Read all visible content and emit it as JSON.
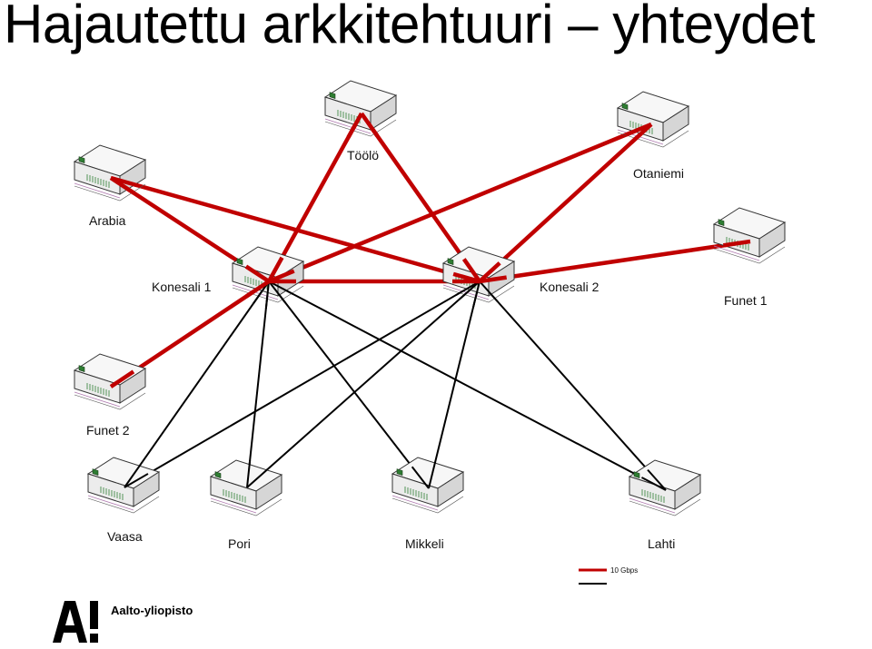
{
  "title": "Hajautettu arkkitehtuuri – yhteydet",
  "colors": {
    "fast_link": "#c00000",
    "normal_link": "#000000",
    "router_body": "#f2f2f2",
    "router_outline": "#333333"
  },
  "nodes": [
    {
      "id": "toolo",
      "label": "Töölö"
    },
    {
      "id": "otaniemi",
      "label": "Otaniemi"
    },
    {
      "id": "arabia",
      "label": "Arabia"
    },
    {
      "id": "funet1",
      "label": "Funet 1"
    },
    {
      "id": "konesali1",
      "label": "Konesali 1"
    },
    {
      "id": "konesali2",
      "label": "Konesali 2"
    },
    {
      "id": "funet2",
      "label": "Funet 2"
    },
    {
      "id": "vaasa",
      "label": "Vaasa"
    },
    {
      "id": "pori",
      "label": "Pori"
    },
    {
      "id": "mikkeli",
      "label": "Mikkeli"
    },
    {
      "id": "lahti",
      "label": "Lahti"
    }
  ],
  "links": [
    {
      "from": "konesali1",
      "to": "toolo",
      "type": "10gbps"
    },
    {
      "from": "konesali2",
      "to": "toolo",
      "type": "10gbps"
    },
    {
      "from": "konesali1",
      "to": "otaniemi",
      "type": "10gbps"
    },
    {
      "from": "konesali2",
      "to": "otaniemi",
      "type": "10gbps"
    },
    {
      "from": "konesali1",
      "to": "arabia",
      "type": "10gbps"
    },
    {
      "from": "konesali2",
      "to": "arabia",
      "type": "10gbps"
    },
    {
      "from": "konesali2",
      "to": "funet1",
      "type": "10gbps"
    },
    {
      "from": "konesali1",
      "to": "funet2",
      "type": "10gbps"
    },
    {
      "from": "konesali1",
      "to": "konesali2",
      "type": "10gbps"
    },
    {
      "from": "konesali1",
      "to": "vaasa",
      "type": "other"
    },
    {
      "from": "konesali2",
      "to": "vaasa",
      "type": "other"
    },
    {
      "from": "konesali1",
      "to": "pori",
      "type": "other"
    },
    {
      "from": "konesali2",
      "to": "pori",
      "type": "other"
    },
    {
      "from": "konesali1",
      "to": "mikkeli",
      "type": "other"
    },
    {
      "from": "konesali2",
      "to": "mikkeli",
      "type": "other"
    },
    {
      "from": "konesali1",
      "to": "lahti",
      "type": "other"
    },
    {
      "from": "konesali2",
      "to": "lahti",
      "type": "other"
    }
  ],
  "legend": [
    {
      "label": "10 Gbps",
      "type": "10gbps"
    },
    {
      "label": "",
      "type": "other"
    }
  ],
  "logo": {
    "mark": "A!",
    "text": "Aalto-yliopisto"
  }
}
